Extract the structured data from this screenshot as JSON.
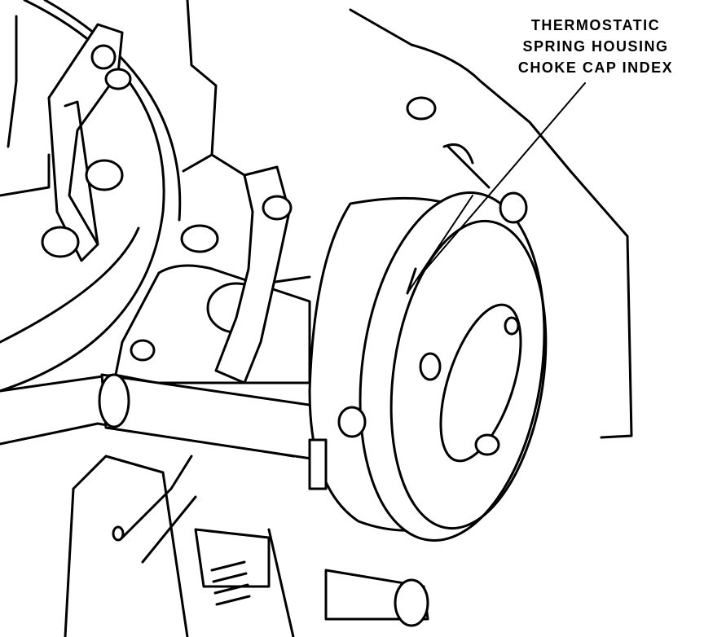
{
  "callout": {
    "line1": "THERMOSTATIC",
    "line2": "SPRING HOUSING",
    "line3": "CHOKE CAP INDEX"
  },
  "colors": {
    "ink": "#000000",
    "paper": "#ffffff"
  }
}
